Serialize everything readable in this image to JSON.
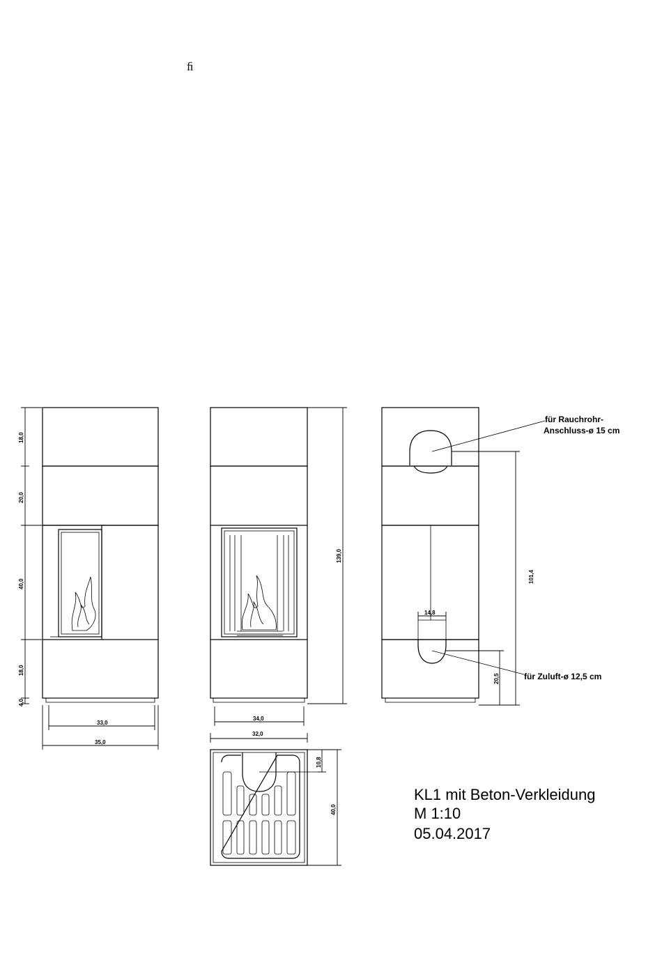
{
  "stray_glyph": "ﬁ",
  "dimensions": {
    "left_top": "18,0",
    "left_mid": "20,0",
    "left_fire": "40,0",
    "left_base": "18,0",
    "left_plinth": "4,0",
    "left_width_inner": "33,0",
    "left_width_outer": "35,0",
    "front_height": "139,0",
    "front_width_inner": "34,0",
    "front_width_outer": "32,0",
    "back_pipe_height": "101,4",
    "back_inner_width": "14,8",
    "back_inlet_height": "20,5",
    "plan_top": "10,8",
    "plan_depth": "40,0"
  },
  "notes": {
    "flue_line1": "für Rauchrohr-",
    "flue_line2": "Anschluss-ø 15 cm",
    "inlet": "für Zuluft-ø 12,5 cm"
  },
  "title_block": {
    "line1": "KL1 mit Beton-Verkleidung",
    "line2": "M 1:10",
    "line3": "05.04.2017"
  }
}
